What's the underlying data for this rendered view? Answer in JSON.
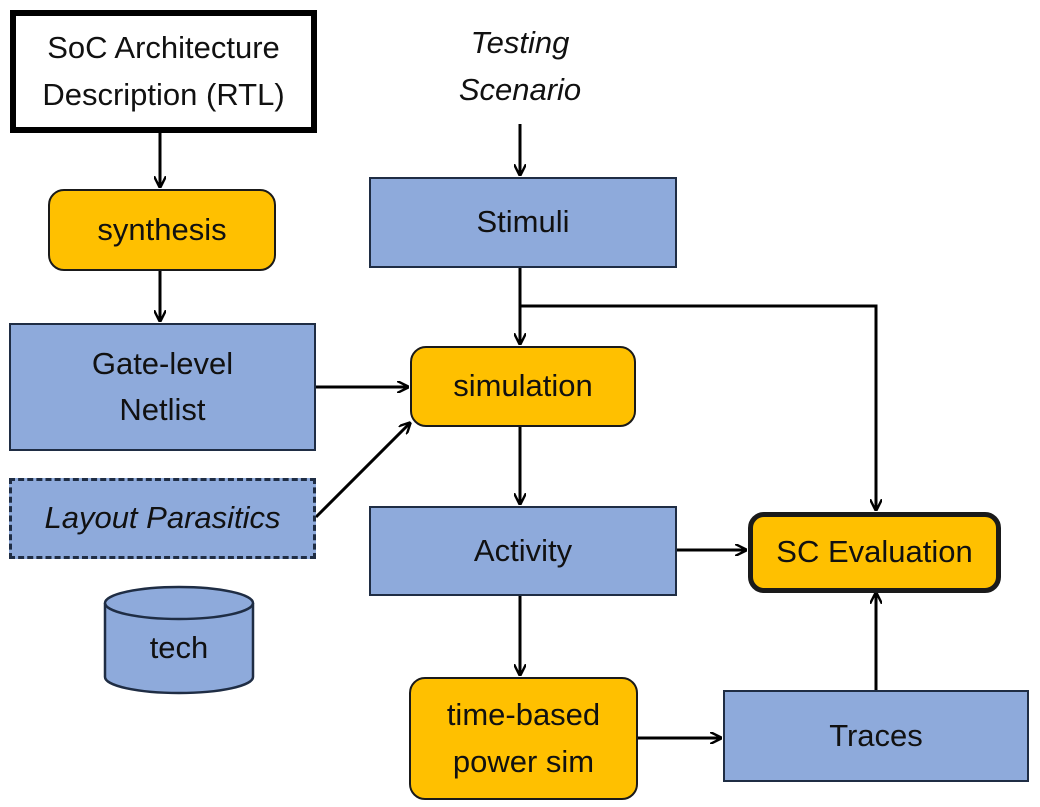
{
  "nodes": {
    "soc_rtl": {
      "line1": "SoC Architecture",
      "line2": "Description (RTL)"
    },
    "testing": {
      "line1": "Testing",
      "line2": "Scenario"
    },
    "synthesis": {
      "label": "synthesis"
    },
    "stimuli": {
      "label": "Stimuli"
    },
    "netlist": {
      "line1": "Gate-level",
      "line2": "Netlist"
    },
    "simulation": {
      "label": "simulation"
    },
    "parasitics": {
      "label": "Layout Parasitics"
    },
    "activity": {
      "label": "Activity"
    },
    "sc_eval": {
      "label": "SC Evaluation"
    },
    "tech": {
      "label": "tech"
    },
    "power_sim": {
      "line1": "time-based",
      "line2": "power sim"
    },
    "traces": {
      "label": "Traces"
    }
  },
  "colors": {
    "process_fill": "#ffc000",
    "data_fill": "#8eaadb",
    "data_border": "#1f2d44",
    "line": "#000000"
  }
}
